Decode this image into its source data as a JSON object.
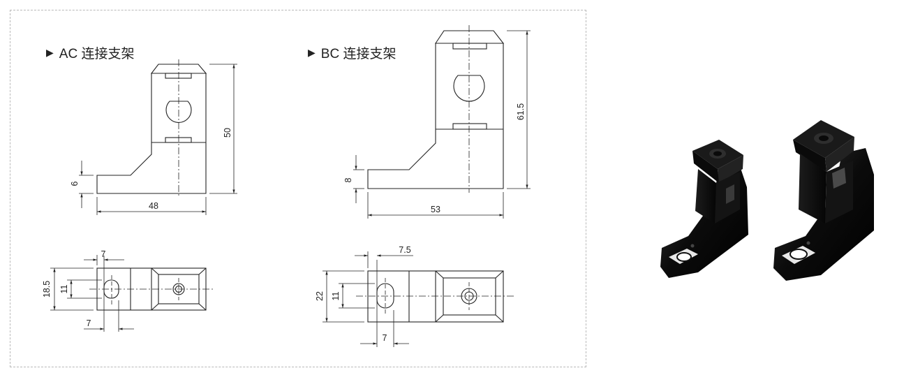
{
  "ac": {
    "title": "AC 连接支架",
    "dims": {
      "height": "50",
      "base_height": "6",
      "width": "48",
      "top_w": "7",
      "slot_w": "7",
      "outer_h": "18.5",
      "slot_h": "11"
    }
  },
  "bc": {
    "title": "BC 连接支架",
    "dims": {
      "height": "61.5",
      "base_height": "8",
      "width": "53",
      "top_w": "7.5",
      "slot_w": "7",
      "outer_h": "22",
      "slot_h": "11"
    }
  },
  "marker": "▶",
  "colors": {
    "line": "#222222",
    "frame": "#b9b9b9",
    "part": "#0a0a0a"
  }
}
